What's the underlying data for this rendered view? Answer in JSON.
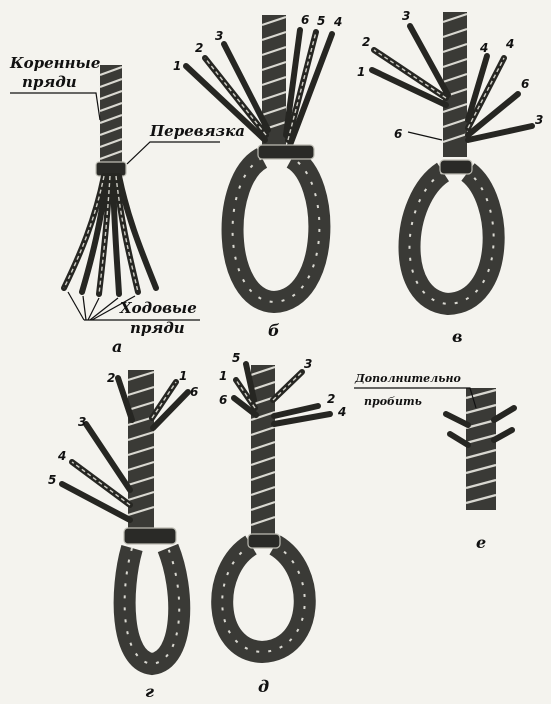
{
  "panels": {
    "a": {
      "letter": "а",
      "label_root_strands_line1": "Коренные",
      "label_root_strands_line2": "пряди",
      "label_binding": "Перевязка",
      "label_working_strands_line1": "Ходовые",
      "label_working_strands_line2": "пряди"
    },
    "b": {
      "letter": "б",
      "strand_numbers": [
        "1",
        "2",
        "3",
        "6",
        "5",
        "4"
      ]
    },
    "v": {
      "letter": "в",
      "strand_numbers": [
        "3",
        "2",
        "1",
        "4",
        "4",
        "6",
        "3",
        "6"
      ]
    },
    "g": {
      "letter": "г",
      "strand_numbers": [
        "2",
        "1",
        "6",
        "3",
        "4",
        "5"
      ]
    },
    "d": {
      "letter": "д",
      "strand_numbers": [
        "5",
        "1",
        "3",
        "6",
        "2",
        "4"
      ]
    },
    "e": {
      "letter": "е",
      "label_line1": "Дополнительно",
      "label_line2": "пробить"
    }
  }
}
